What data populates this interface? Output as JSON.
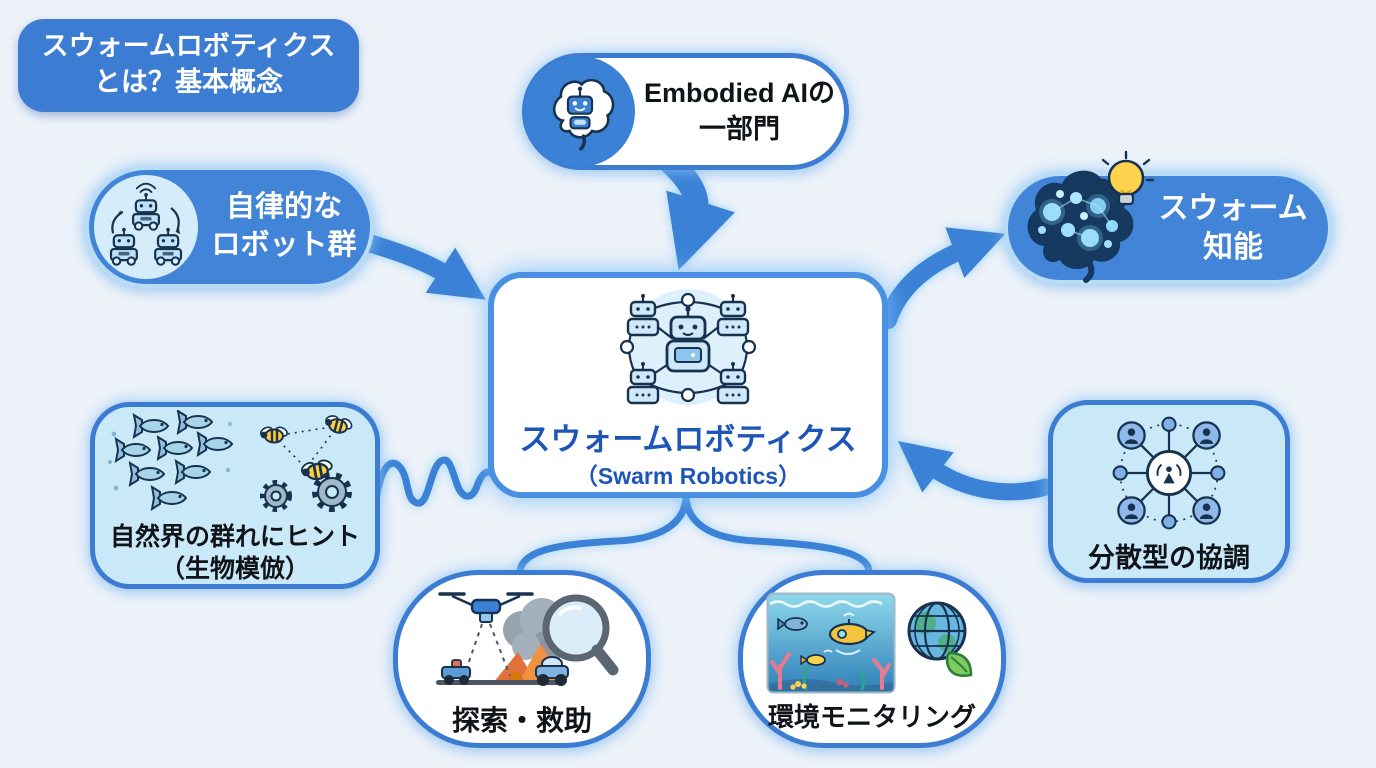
{
  "header": {
    "title_line1": "スウォームロボティクス",
    "title_line2": "とは？基本概念"
  },
  "center": {
    "title": "スウォームロボティクス",
    "subtitle": "（Swarm Robotics）",
    "icon": "robot-network-icon"
  },
  "nodes": {
    "embodied_ai": {
      "line1": "Embodied AIの",
      "line2": "一部門",
      "icon": "brain-robot-icon"
    },
    "autonomous_robots": {
      "line1": "自律的な",
      "line2": "ロボット群",
      "icon": "robot-group-icon"
    },
    "swarm_intelligence": {
      "label": "スウォーム知能",
      "icon": "brain-lightbulb-icon"
    },
    "biomimicry": {
      "line1": "自然界の群れにヒント",
      "line2": "（生物模倣）",
      "icons": [
        "fish-school-icon",
        "bees-gears-icon"
      ]
    },
    "distributed_coordination": {
      "label": "分散型の協調",
      "icon": "hub-network-icon"
    },
    "search_rescue": {
      "label": "探索・救助",
      "icon": "drone-search-rescue-icon"
    },
    "environmental_monitoring": {
      "label": "環境モニタリング",
      "icons": [
        "underwater-robots-icon",
        "globe-leaf-icon"
      ]
    }
  },
  "connectors": [
    {
      "from": "embodied_ai",
      "to": "center",
      "style": "thick-arrow"
    },
    {
      "from": "autonomous_robots",
      "to": "center",
      "style": "thick-arrow"
    },
    {
      "from": "center",
      "to": "swarm_intelligence",
      "style": "thick-arrow"
    },
    {
      "from": "biomimicry",
      "to": "center",
      "style": "squiggle-line"
    },
    {
      "from": "distributed_coordination",
      "to": "center",
      "style": "thick-arrow"
    },
    {
      "from": "center",
      "to": "search_rescue",
      "style": "branch-line"
    },
    {
      "from": "center",
      "to": "environmental_monitoring",
      "style": "branch-line"
    }
  ],
  "colors": {
    "background": "#edf2f9",
    "badge_blue": "#3d7cd3",
    "pill_blue": "#4285d8",
    "pill_light_border": "#b9dcf6",
    "node_border_blue": "#3d7cd3",
    "light_card_fill": "#c9e8f8",
    "arrow_blue": "#3b82d6",
    "center_text_blue": "#1d55b8",
    "text_white": "#ffffff",
    "text_dark": "#101418",
    "bulb_yellow": "#ffd34d",
    "brain_navy": "#16395f"
  }
}
